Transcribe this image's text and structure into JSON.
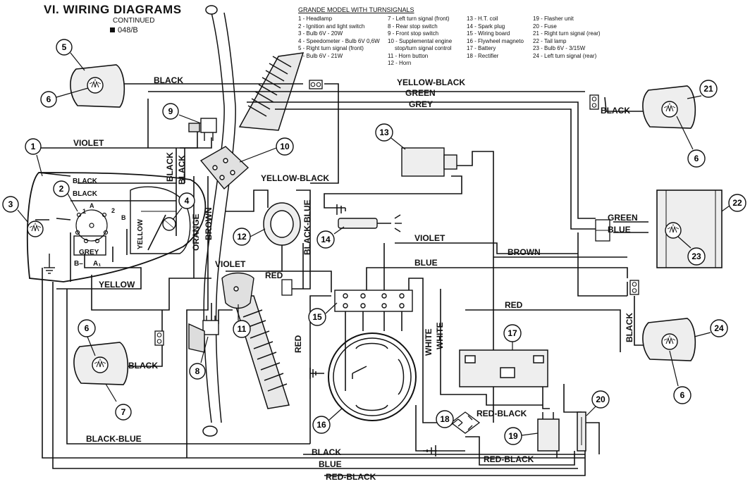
{
  "header": {
    "title": "VI. WIRING DIAGRAMS",
    "subtitle": "CONTINUED",
    "code": "048/B"
  },
  "legend": {
    "title": "GRANDE MODEL WITH TURNSIGNALS",
    "col1": [
      "1 - Headlamp",
      "2 - Ignition and light switch",
      "3 - Bulb 6V - 20W",
      "4 - Speedometer - Bulb 6V 0,6W",
      "5 - Right turn signal (front)",
      "6 - Bulb 6V - 21W"
    ],
    "col2": [
      "7 - Left turn signal (front)",
      "8 - Rear stop switch",
      "9 - Front stop switch",
      "10 - Supplemental engine",
      "stop/turn signal control",
      "11 - Horn button",
      "12 - Horn"
    ],
    "col3": [
      "13 - H.T. coil",
      "14 - Spark plug",
      "15 - Wiring board",
      "16 - Flywheel magneto",
      "17 - Battery",
      "18 - Rectifier"
    ],
    "col4": [
      "19 - Flasher unit",
      "20 - Fuse",
      "21 - Right turn signal (rear)",
      "22 - Tail lamp",
      "23 - Bulb 6V - 3/15W",
      "24 - Left turn signal (rear)"
    ]
  },
  "wire_labels": {
    "black_top": "BLACK",
    "yellow_black_top": "YELLOW-BLACK",
    "green_top": "GREEN",
    "grey_top": "GREY",
    "black_rear_right": "BLACK",
    "violet_left": "VIOLET",
    "black_v1": "BLACK",
    "black_v2": "BLACK",
    "yellow_black_mid": "YELLOW-BLACK",
    "black_lamp1": "BLACK",
    "black_lamp2": "BLACK",
    "orange": "ORANGE",
    "brown_v": "BROWN",
    "black_blue_v": "BLACK-BLUE",
    "yellow_gauge": "YELLOW",
    "grey_sw": "GREY",
    "sw_a": "A",
    "sw_1": "1",
    "sw_2": "2",
    "sw_b": "B",
    "sw_b_minus": "B–",
    "sw_a1": "A₁",
    "yellow_bottom": "YELLOW",
    "violet_mid": "VIOLET",
    "violet_right": "VIOLET",
    "red_horn": "RED",
    "blue_mid": "BLUE",
    "brown_mid": "BROWN",
    "green_tail": "GREEN",
    "blue_tail": "BLUE",
    "black_front_left": "BLACK",
    "black_rear_left": "BLACK",
    "red_battery": "RED",
    "red_v": "RED",
    "white_1": "WHITE",
    "white_2": "WHITE",
    "red_black_mid": "RED-BLACK",
    "red_black_flasher": "RED-BLACK",
    "black_blue_bottom": "BLACK-BLUE",
    "black_bottom": "BLACK",
    "blue_bottom": "BLUE",
    "red_black_bottom": "RED-BLACK"
  },
  "callouts": [
    "1",
    "2",
    "3",
    "4",
    "5",
    "6",
    "7",
    "8",
    "9",
    "10",
    "11",
    "12",
    "13",
    "14",
    "15",
    "16",
    "17",
    "18",
    "19",
    "20",
    "21",
    "22",
    "23",
    "24",
    "6",
    "6",
    "6"
  ]
}
